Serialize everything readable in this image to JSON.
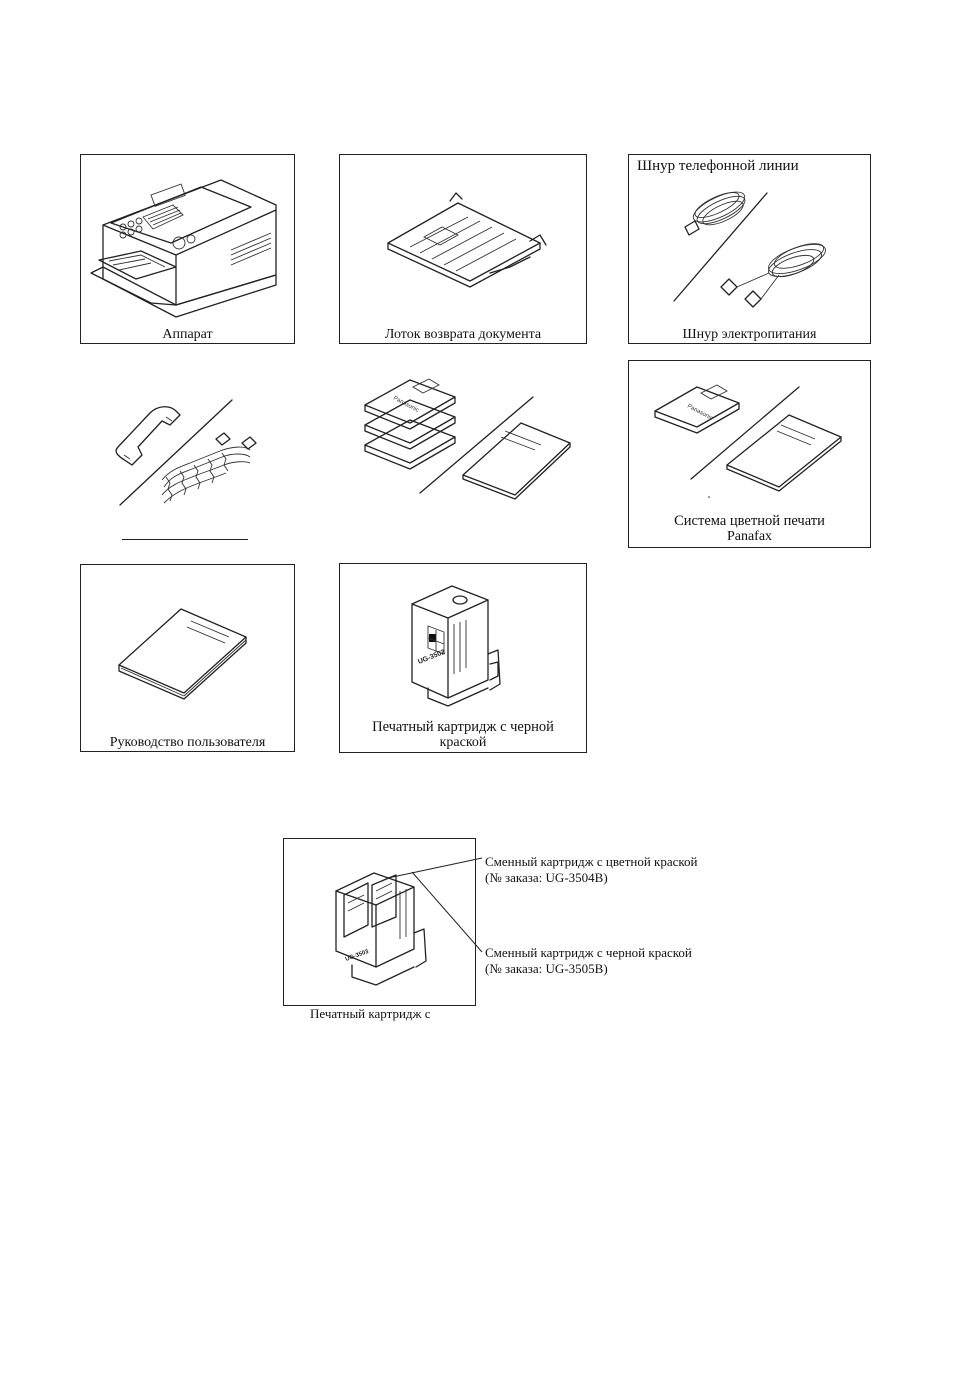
{
  "items": {
    "machine": "Аппарат",
    "document_tray": "Лоток возврата документа",
    "phone_cord": "Шнур телефонной линии",
    "power_cord": "Шнур электропитания",
    "color_system_line1": "Система цветной печати",
    "color_system_line2": "Panafax",
    "user_manual": "Руководство пользователя",
    "black_cartridge_line1": "Печатный картридж с черной",
    "black_cartridge_line2": "краской"
  },
  "cartridge_callout": {
    "caption": "Печатный картридж с",
    "color_refill": "Сменный картридж с цветной краской",
    "color_refill_order": "(№ заказа: UG-3504B)",
    "black_refill": "Сменный картридж с черной краской",
    "black_refill_order": "(№ заказа: UG-3505B)"
  },
  "illustration_labels": {
    "floppy_brand": "Panasonic",
    "cartridge_model": "UG-3502",
    "cartridge_model_2": "UG-3503"
  }
}
